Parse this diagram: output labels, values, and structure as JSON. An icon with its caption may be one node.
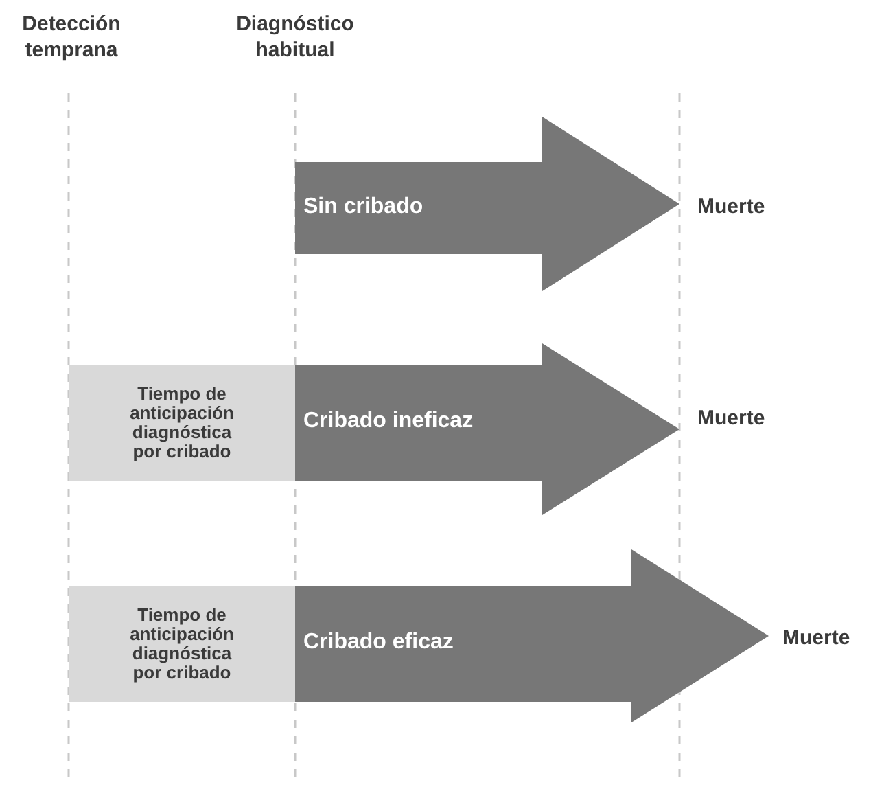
{
  "diagram": {
    "nodes": [
      {
        "text": [
          "Sin cribado"
        ],
        "beside": [
          "Muerte"
        ]
      },
      {
        "text": [
          "Tiempo de anticipación diagnóstica por cribado"
        ]
      },
      {
        "text": [
          "Cribado ineficaz"
        ],
        "beside": [
          "Muerte"
        ]
      },
      {
        "text": [
          "Tiempo de anticipación diagnóstica por cribado"
        ]
      },
      {
        "text": [
          "Cribado eficaz"
        ],
        "beside": [
          "Muerte"
        ]
      }
    ],
    "labels": [
      "Detección temprana",
      "Diagnóstico habitual"
    ]
  }
}
